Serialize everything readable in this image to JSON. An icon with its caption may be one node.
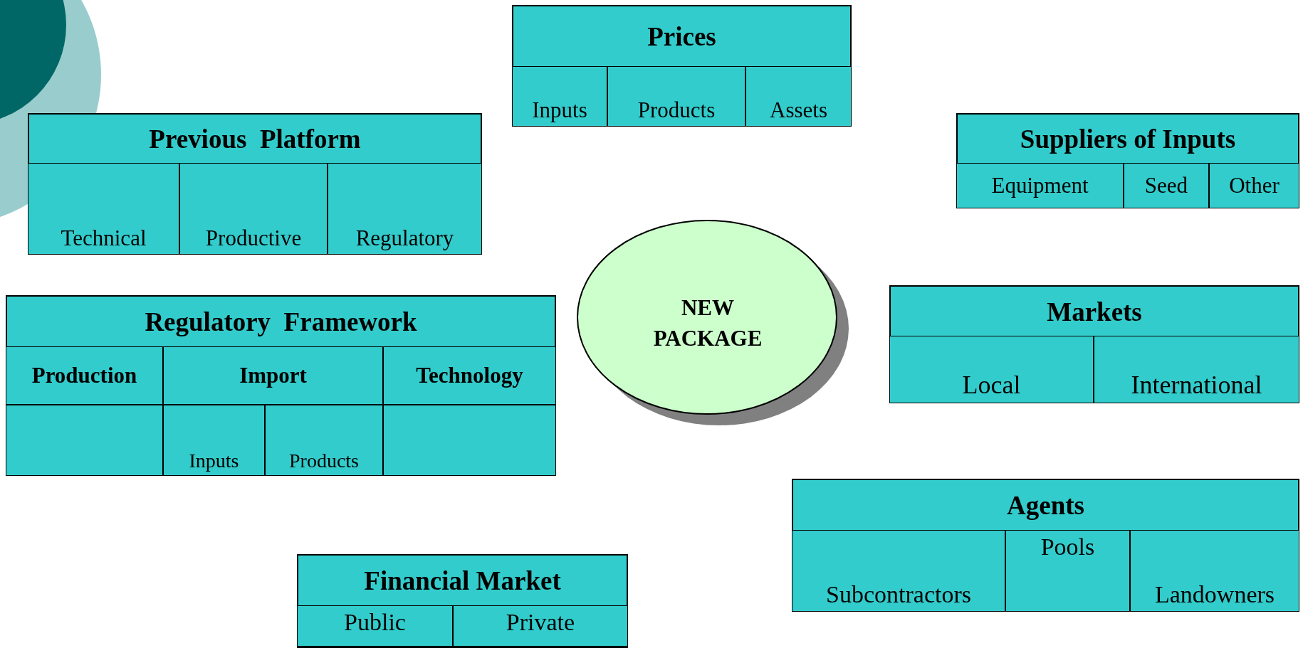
{
  "diagram": {
    "nodes": [
      {
        "text": [
          "Prices"
        ]
      },
      {
        "text": [
          "Inputs"
        ],
        "in": 0
      },
      {
        "text": [
          "Products"
        ],
        "in": 0
      },
      {
        "text": [
          "Assets"
        ],
        "in": 0
      },
      {
        "text": [
          "Previous  Platform"
        ]
      },
      {
        "text": [
          "Technical"
        ],
        "in": 4
      },
      {
        "text": [
          "Productive"
        ],
        "in": 4
      },
      {
        "text": [
          "Regulatory"
        ],
        "in": 4
      },
      {
        "text": [
          "Suppliers of Inputs"
        ]
      },
      {
        "text": [
          "Equipment"
        ],
        "in": 8
      },
      {
        "text": [
          "Seed"
        ],
        "in": 8
      },
      {
        "text": [
          "Other"
        ],
        "in": 8
      },
      {
        "text": [
          "Regulatory  Framework"
        ]
      },
      {
        "text": [
          "Production"
        ],
        "in": 12
      },
      {
        "text": [],
        "shape": "box",
        "in": 12
      },
      {
        "text": [
          "Import"
        ],
        "in": 12
      },
      {
        "text": [
          "Inputs"
        ],
        "in": 12
      },
      {
        "text": [
          "Products"
        ],
        "in": 12
      },
      {
        "text": [
          "Technology"
        ],
        "in": 12
      },
      {
        "text": [],
        "shape": "box",
        "in": 12
      },
      {
        "text": [
          "NEW PACKAGE"
        ]
      },
      {
        "text": [
          "Markets"
        ]
      },
      {
        "text": [
          "Local"
        ],
        "in": 21
      },
      {
        "text": [
          "International"
        ],
        "in": 21
      },
      {
        "text": [
          "Agents"
        ]
      },
      {
        "text": [
          "Subcontractors"
        ],
        "in": 24
      },
      {
        "text": [
          "Pools"
        ],
        "in": 24
      },
      {
        "text": [
          "Landowners"
        ],
        "in": 24
      },
      {
        "text": [
          "Financial Market"
        ]
      },
      {
        "text": [
          "Public"
        ],
        "in": 28
      },
      {
        "text": [
          "Private"
        ],
        "in": 28
      }
    ]
  }
}
